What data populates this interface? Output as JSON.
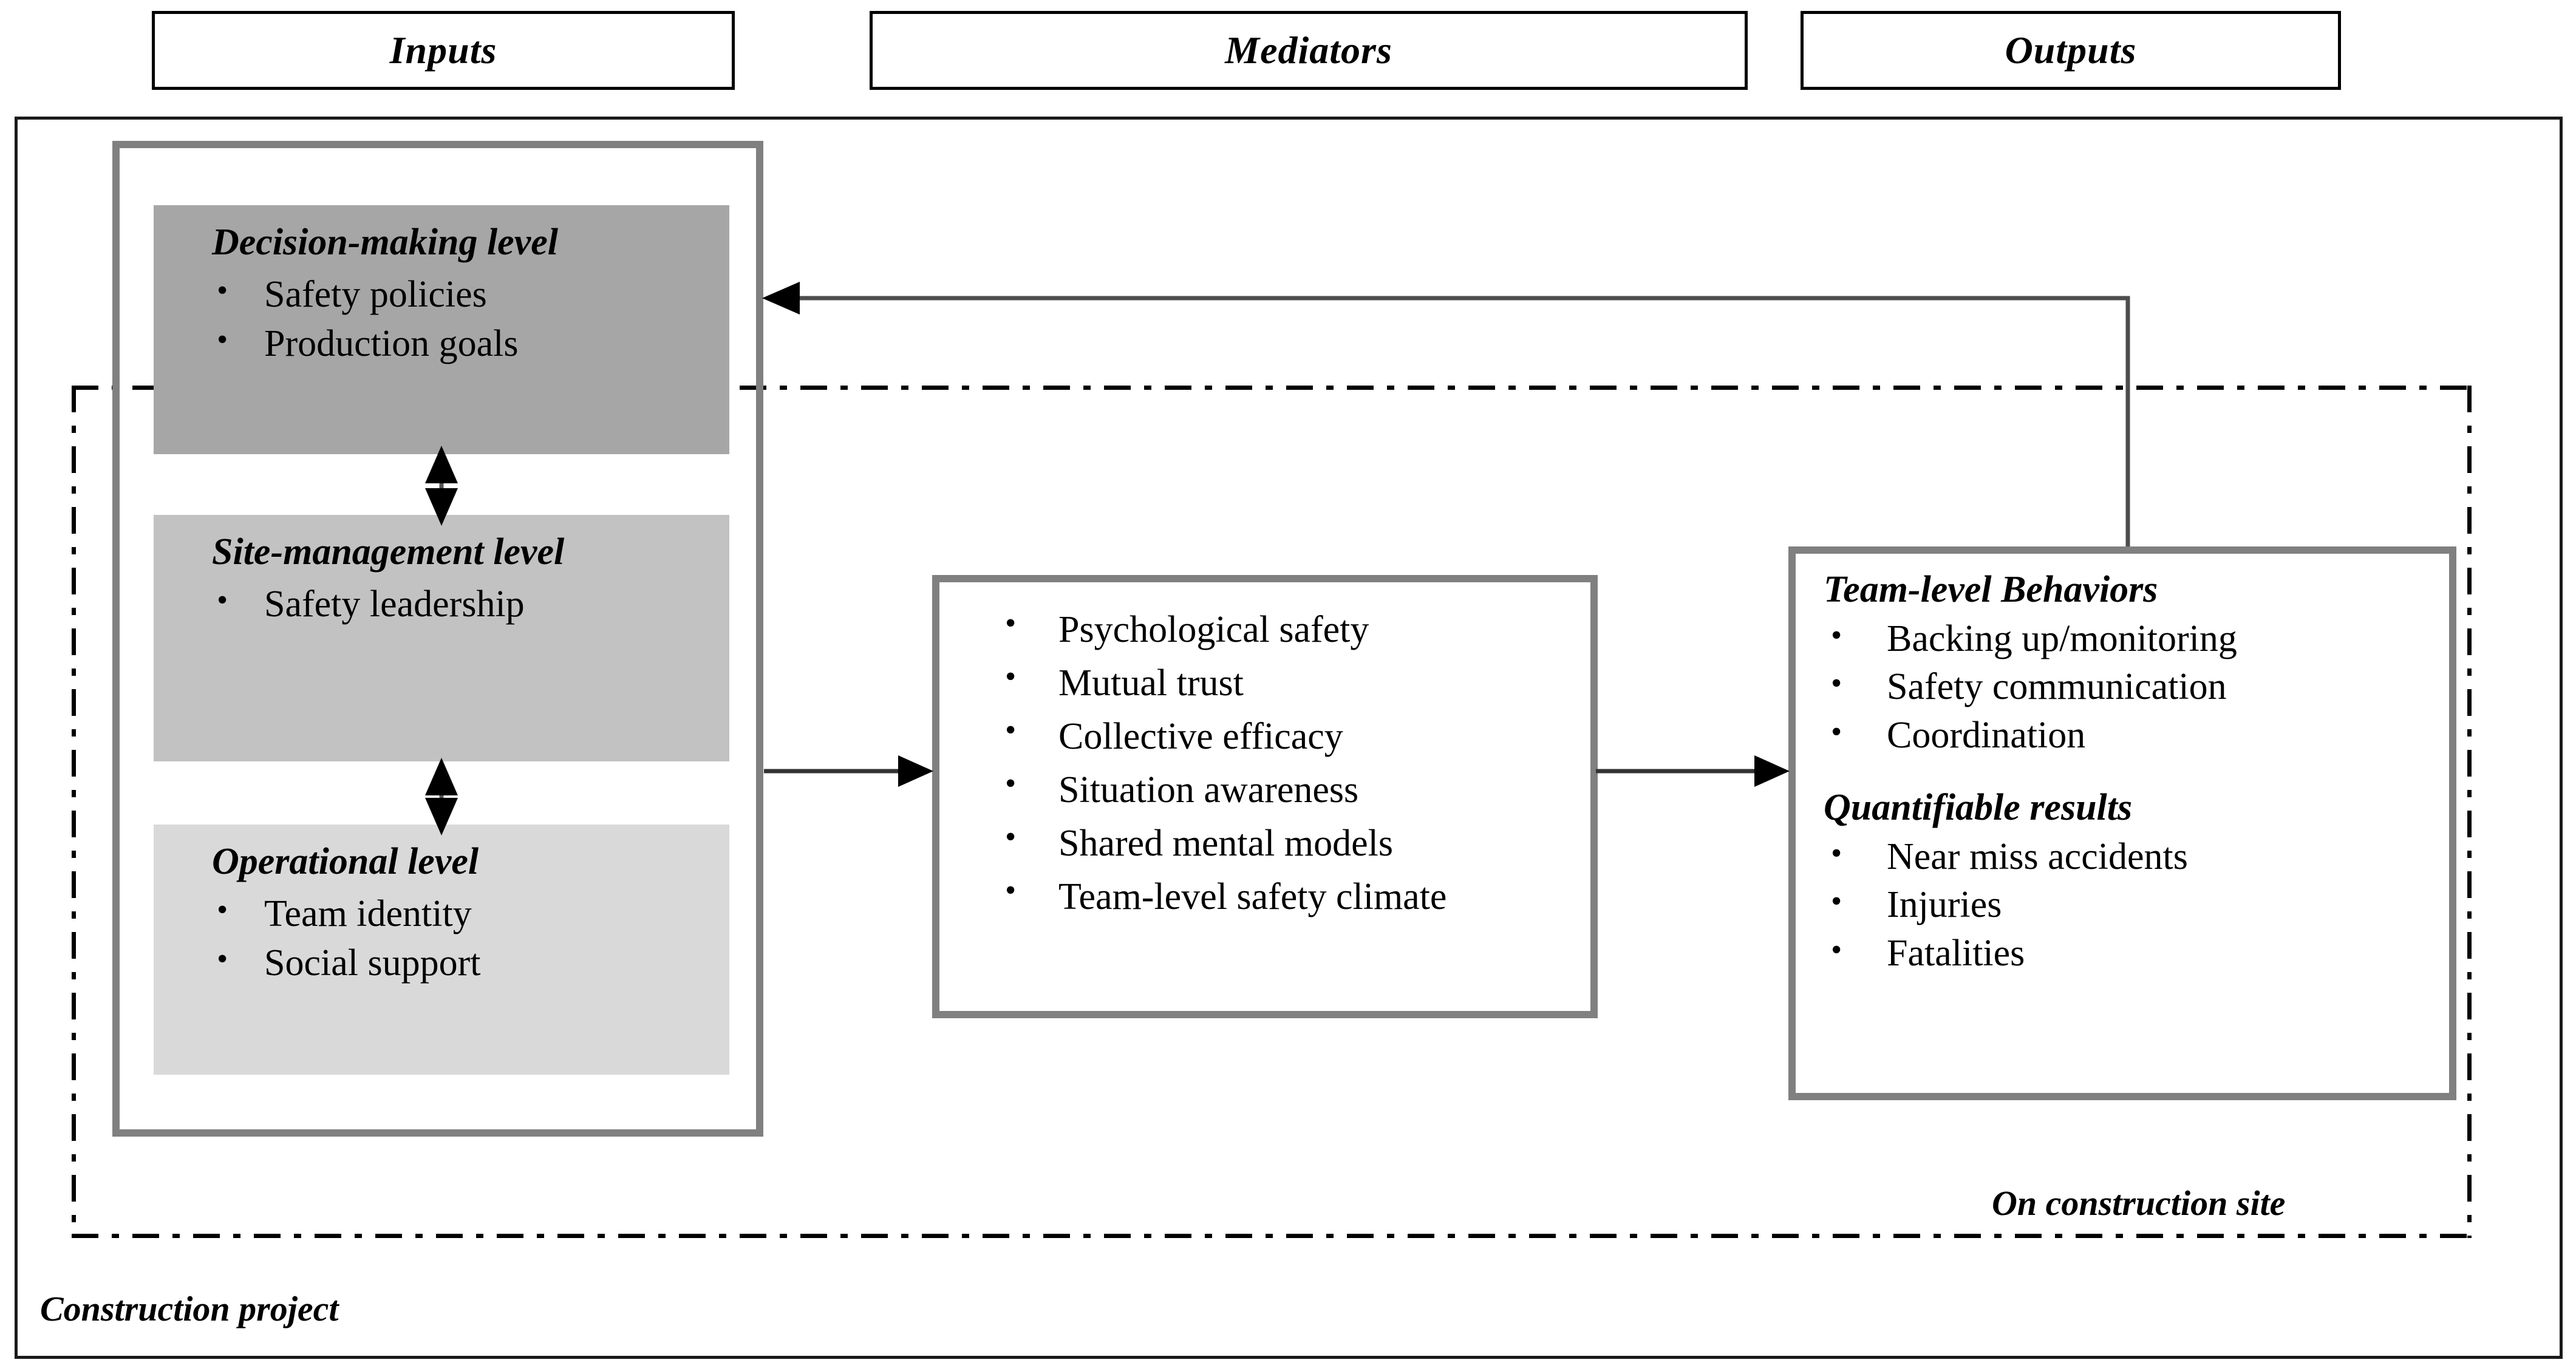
{
  "headers": [
    {
      "key": "inputs",
      "label": "Inputs"
    },
    {
      "key": "mediators",
      "label": "Mediators"
    },
    {
      "key": "outputs",
      "label": "Outputs"
    }
  ],
  "frames": {
    "outer_label": "Construction project",
    "site_label": "On construction site"
  },
  "inputs": {
    "levels": [
      {
        "key": "decision-making",
        "title": "Decision-making level",
        "fill": "#a6a6a6",
        "items": [
          "Safety policies",
          "Production goals"
        ]
      },
      {
        "key": "site-management",
        "title": "Site-management level",
        "fill": "#c2c2c2",
        "items": [
          "Safety leadership"
        ]
      },
      {
        "key": "operational",
        "title": "Operational level",
        "fill": "#d9d9d9",
        "items": [
          "Team identity",
          "Social support"
        ]
      }
    ]
  },
  "mediators": {
    "items": [
      "Psychological safety",
      "Mutual trust",
      "Collective efficacy",
      "Situation awareness",
      "Shared mental models",
      "Team-level safety climate"
    ]
  },
  "outputs": {
    "groups": [
      {
        "key": "team-level-behaviors",
        "title": "Team-level Behaviors",
        "items": [
          "Backing up/monitoring",
          "Safety communication",
          "Coordination"
        ]
      },
      {
        "key": "quantifiable-results",
        "title": "Quantifiable results",
        "items": [
          "Near miss accidents",
          "Injuries",
          "Fatalities"
        ]
      }
    ]
  },
  "colors": {
    "border_dark": "#1a1a1a",
    "border_gray": "#808080",
    "connector": "#4d4d4d",
    "arrowhead": "#000000"
  }
}
